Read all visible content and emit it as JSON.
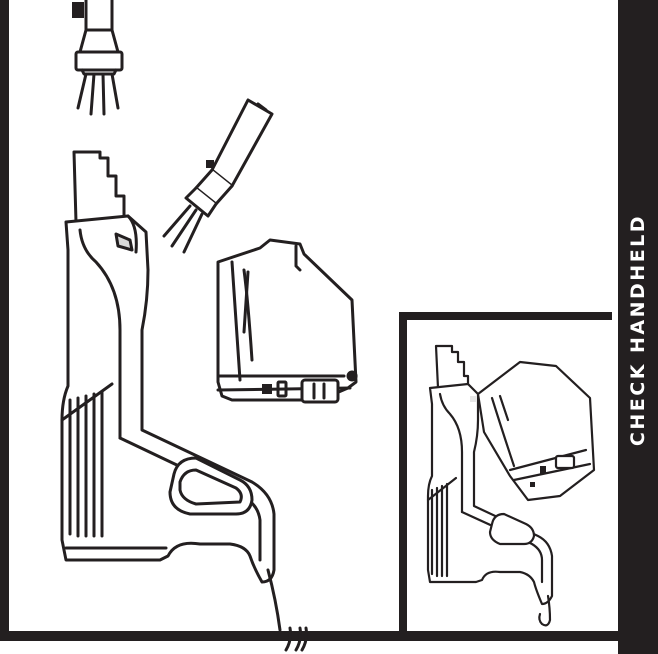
{
  "side_label": "CHECK HANDHELD",
  "colors": {
    "ink": "#231f20",
    "paper": "#ffffff",
    "tint": "#e6e6e6"
  },
  "icons": [
    "crevice-tool-spraying-icon",
    "crevice-tool-angled-icon",
    "handheld-vacuum-body",
    "dust-cup-detached",
    "inset-reassembled-handheld"
  ]
}
